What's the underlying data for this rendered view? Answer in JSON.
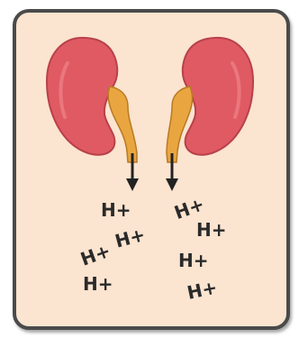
{
  "figure": {
    "caption": "",
    "colors": {
      "card_background": "#fbe4d0",
      "card_border": "#4a4a4a",
      "kidney": "#e05a63",
      "kidney_outline": "#b8414a",
      "ureter": "#e9a640",
      "arrow": "#222222",
      "ion_text": "#2a2a2a"
    },
    "icons": [
      "kidney-left",
      "kidney-right",
      "ureter-left",
      "ureter-right",
      "arrow-down-left",
      "arrow-down-right"
    ],
    "ions": {
      "left": [
        "H+",
        "H+",
        "H+",
        "H+"
      ],
      "right": [
        "H+",
        "H+",
        "H+",
        "H+"
      ]
    }
  }
}
